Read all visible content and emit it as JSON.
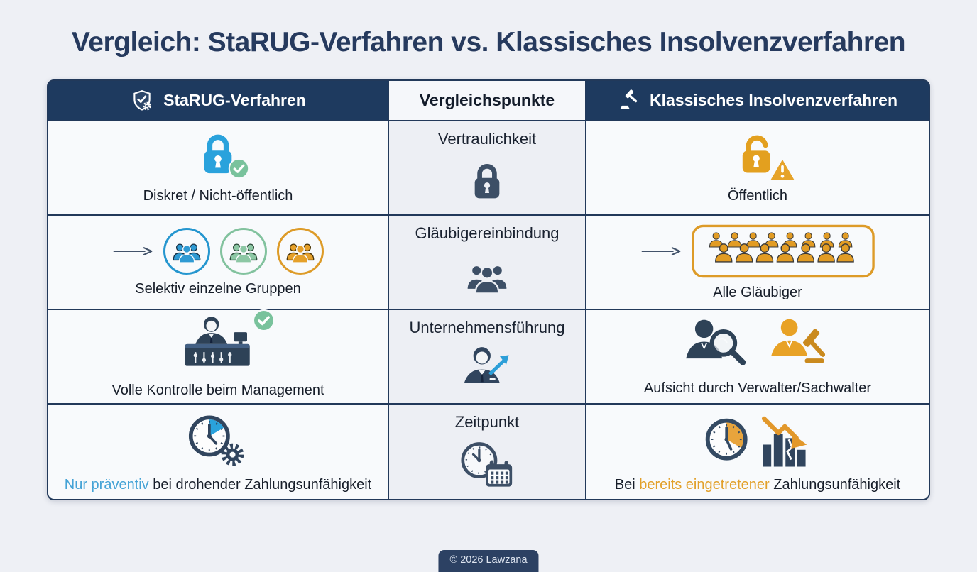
{
  "title": "Vergleich: StaRUG-Verfahren vs. Klassisches Insolvenzverfahren",
  "table": {
    "headers": {
      "left": {
        "label": "StaRUG-Verfahren",
        "icon": "shield-check-gear-icon"
      },
      "middle": {
        "label": "Vergleichspunkte"
      },
      "right": {
        "label": "Klassisches Insolvenzverfahren",
        "icon": "gavel-icon"
      }
    },
    "rows": [
      {
        "criterion": "Vertraulichkeit",
        "criterion_icon": "lock-icon",
        "left": {
          "label": "Diskret / Nicht-öffentlich",
          "icons": [
            "lock-closed-icon",
            "check-badge-icon"
          ]
        },
        "right": {
          "label": "Öffentlich",
          "icons": [
            "lock-open-icon",
            "warning-triangle-icon"
          ]
        }
      },
      {
        "criterion": "Gläubigereinbindung",
        "criterion_icon": "people-group-icon",
        "left": {
          "label": "Selektiv einzelne Gruppen",
          "icons": [
            "arrow-right-icon",
            "creditor-group-blue-icon",
            "creditor-group-green-icon",
            "creditor-group-orange-icon"
          ]
        },
        "right": {
          "label": "Alle Gläubiger",
          "icons": [
            "arrow-right-icon",
            "creditor-crowd-icon"
          ]
        }
      },
      {
        "criterion": "Unternehmensführung",
        "criterion_icon": "manager-growth-arrow-icon",
        "left": {
          "label": "Volle Kontrolle beim Management",
          "icons": [
            "management-control-desk-icon",
            "check-badge-icon"
          ]
        },
        "right": {
          "label": "Aufsicht durch Verwalter/Sachwalter",
          "icons": [
            "inspector-magnifier-icon",
            "administrator-gavel-icon"
          ]
        }
      },
      {
        "criterion": "Zeitpunkt",
        "criterion_icon": "clock-calendar-icon",
        "left": {
          "highlight": "Nur präventiv",
          "rest": " bei drohender Zahlungsunfähigkeit",
          "icons": [
            "clock-gear-icon"
          ]
        },
        "right": {
          "prefix": "Bei ",
          "highlight": "bereits eingetretener",
          "suffix": " Zahlungsunfähigkeit",
          "icons": [
            "clock-decline-chart-icon"
          ]
        }
      }
    ]
  },
  "footer": {
    "copyright": "© 2026 Lawzana"
  },
  "colors": {
    "page_background": "#eef0f5",
    "header_navy": "#1e3a5f",
    "title_navy": "#263a5e",
    "accent_blue": "#2aa2dc",
    "accent_green": "#7cc39c",
    "accent_orange": "#e2a02a",
    "icon_slate": "#3d4f66",
    "highlight_blue_text": "#45a3d6",
    "highlight_orange_text": "#e2a02a"
  }
}
